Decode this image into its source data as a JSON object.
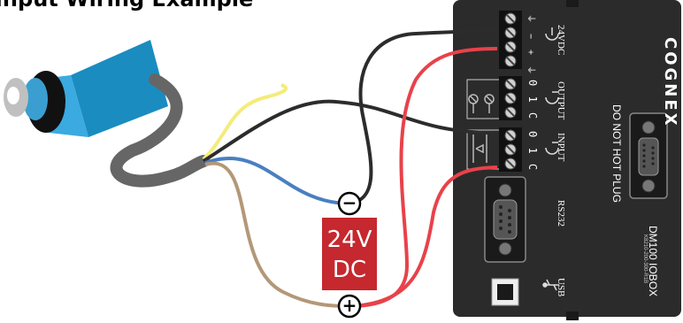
{
  "title": "Input Wiring Example",
  "brand": "COGNEX",
  "warning": "DO NOT HOT PLUG",
  "model": "DM100 IOBOX",
  "part_number": "K8210-200-300-R1B",
  "ports": {
    "power": "24VDC",
    "output": "OUTPUT",
    "input": "INPUT",
    "serial": "RS232",
    "usb": "USB"
  },
  "terminals": {
    "power_symbols": "⏚ − + ⏚",
    "output_pins": "0 1 C",
    "input_pins": "0 1 C"
  },
  "power_supply": {
    "line1": "24V",
    "line2": "DC",
    "negative": "−",
    "positive": "+"
  },
  "colors": {
    "device_body": "#2b2b2b",
    "psu": "#c5282e",
    "wire_red": "#e8424a",
    "wire_black": "#2c2c2c",
    "wire_blue": "#4a7fc1",
    "wire_brown": "#b39878",
    "wire_yellow": "#f4ec7a",
    "sensor": "#1a8cc0",
    "cable": "#666666"
  }
}
